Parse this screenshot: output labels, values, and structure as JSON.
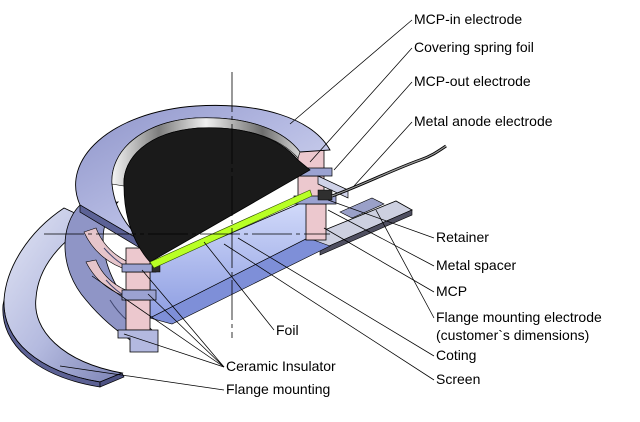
{
  "labels": {
    "mcp_in_electrode": "MCP-in electrode",
    "covering_spring_foil": "Covering spring foil",
    "mcp_out_electrode": "MCP-out electrode",
    "metal_anode_electrode": "Metal anode electrode",
    "retainer": "Retainer",
    "metal_spacer": "Metal spacer",
    "mcp": "MCP",
    "flange_mounting_electrode": "Flange mounting electrode",
    "customer_dimensions": "(customer`s dimensions)",
    "coting": "Coting",
    "screen": "Screen",
    "foil": "Foil",
    "ceramic_insulator": "Ceramic Insulator",
    "flange_mounting": "Flange mounting"
  },
  "colors": {
    "flange_top": "#b7bde0",
    "flange_edge": "#7d84b8",
    "ring_top": "#a9aedd",
    "ring_side": "#6f74a8",
    "ceramic": "#e9c7cc",
    "ceramic_dark": "#c99aa3",
    "mcp_blue": "#b9c4f0",
    "mcp_blue_dark": "#8d9de0",
    "mcp_disk": "#1b1b1b",
    "coating_green": "#b9ff2a",
    "metal_dark": "#3a3a3a",
    "line": "#000000"
  }
}
